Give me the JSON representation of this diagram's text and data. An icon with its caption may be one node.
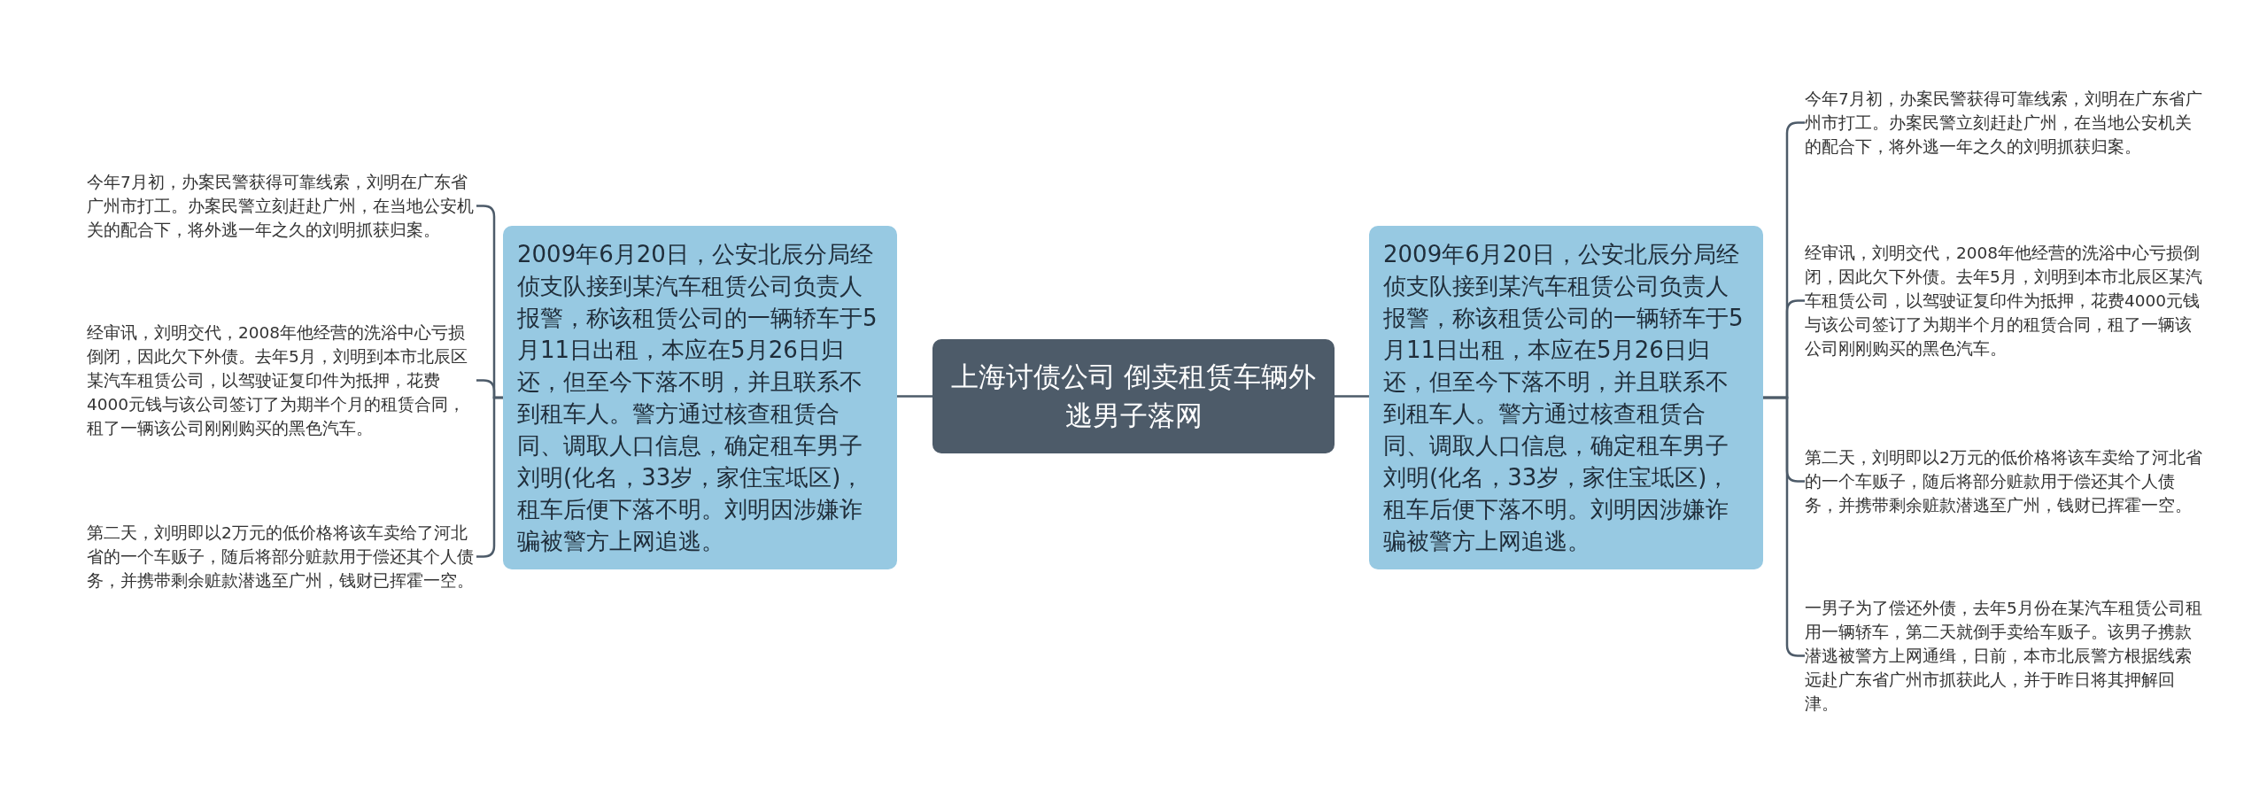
{
  "diagram": {
    "nodes": [
      {
        "text": [
          "上海讨债公司  倒卖租赁车辆外逃男子落网"
        ]
      },
      {
        "text": [
          "2009年6月20日，公安北辰分局经侦支队接到某汽车租赁公司负责人报警，称该租赁公司的一辆轿车于5月11日出租，本应在5月26日归还，但至今下落不明，并且联系不到租车人。警方通过核查租赁合同、调取人口信息，确定租车男子刘明(化名，33岁，家住宝坻区)，租车后便下落不明。刘明因涉嫌诈骗被警方上网追逃。"
        ]
      },
      {
        "text": [
          "2009年6月20日，公安北辰分局经侦支队接到某汽车租赁公司负责人报警，称该租赁公司的一辆轿车于5月11日出租，本应在5月26日归还，但至今下落不明，并且联系不到租车人。警方通过核查租赁合同、调取人口信息，确定租车男子刘明(化名，33岁，家住宝坻区)，租车后便下落不明。刘明因涉嫌诈骗被警方上网追逃。"
        ]
      },
      {
        "text": [
          "今年7月初，办案民警获得可靠线索，刘明在广东省广州市打工。办案民警立刻赶赴广州，在当地公安机关的配合下，将外逃一年之久的刘明抓获归案。"
        ]
      },
      {
        "text": [
          "经审讯，刘明交代，2008年他经营的洗浴中心亏损倒闭，因此欠下外债。去年5月，刘明到本市北辰区某汽车租赁公司，以驾驶证复印件为抵押，花费4000元钱与该公司签订了为期半个月的租赁合同，租了一辆该公司刚刚购买的黑色汽车。"
        ]
      },
      {
        "text": [
          "第二天，刘明即以2万元的低价格将该车卖给了河北省的一个车贩子，随后将部分赃款用于偿还其个人债务，并携带剩余赃款潜逃至广州，钱财已挥霍一空。"
        ]
      },
      {
        "text": [
          "今年7月初，办案民警获得可靠线索，刘明在广东省广州市打工。办案民警立刻赶赴广州，在当地公安机关的配合下，将外逃一年之久的刘明抓获归案。"
        ]
      },
      {
        "text": [
          "经审讯，刘明交代，2008年他经营的洗浴中心亏损倒闭，因此欠下外债。去年5月，刘明到本市北辰区某汽车租赁公司，以驾驶证复印件为抵押，花费4000元钱与该公司签订了为期半个月的租赁合同，租了一辆该公司刚刚购买的黑色汽车。"
        ]
      },
      {
        "text": [
          "第二天，刘明即以2万元的低价格将该车卖给了河北省的一个车贩子，随后将部分赃款用于偿还其个人债务，并携带剩余赃款潜逃至广州，钱财已挥霍一空。"
        ]
      },
      {
        "text": [
          "一男子为了偿还外债，去年5月份在某汽车租赁公司租用一辆轿车，第二天就倒手卖给车贩子。该男子携款潜逃被警方上网通缉，日前，本市北辰警方根据线索远赴广东省广州市抓获此人，并于昨日将其押解回津。"
        ]
      }
    ],
    "edges": [
      {
        "from": 0,
        "to": 1,
        "arrow": "none"
      },
      {
        "from": 0,
        "to": 2,
        "arrow": "none"
      },
      {
        "from": 1,
        "to": 3,
        "arrow": "none"
      },
      {
        "from": 1,
        "to": 4,
        "arrow": "none"
      },
      {
        "from": 1,
        "to": 5,
        "arrow": "none"
      },
      {
        "from": 2,
        "to": 6,
        "arrow": "none"
      },
      {
        "from": 2,
        "to": 7,
        "arrow": "none"
      },
      {
        "from": 2,
        "to": 8,
        "arrow": "none"
      },
      {
        "from": 2,
        "to": 9,
        "arrow": "none"
      }
    ]
  }
}
